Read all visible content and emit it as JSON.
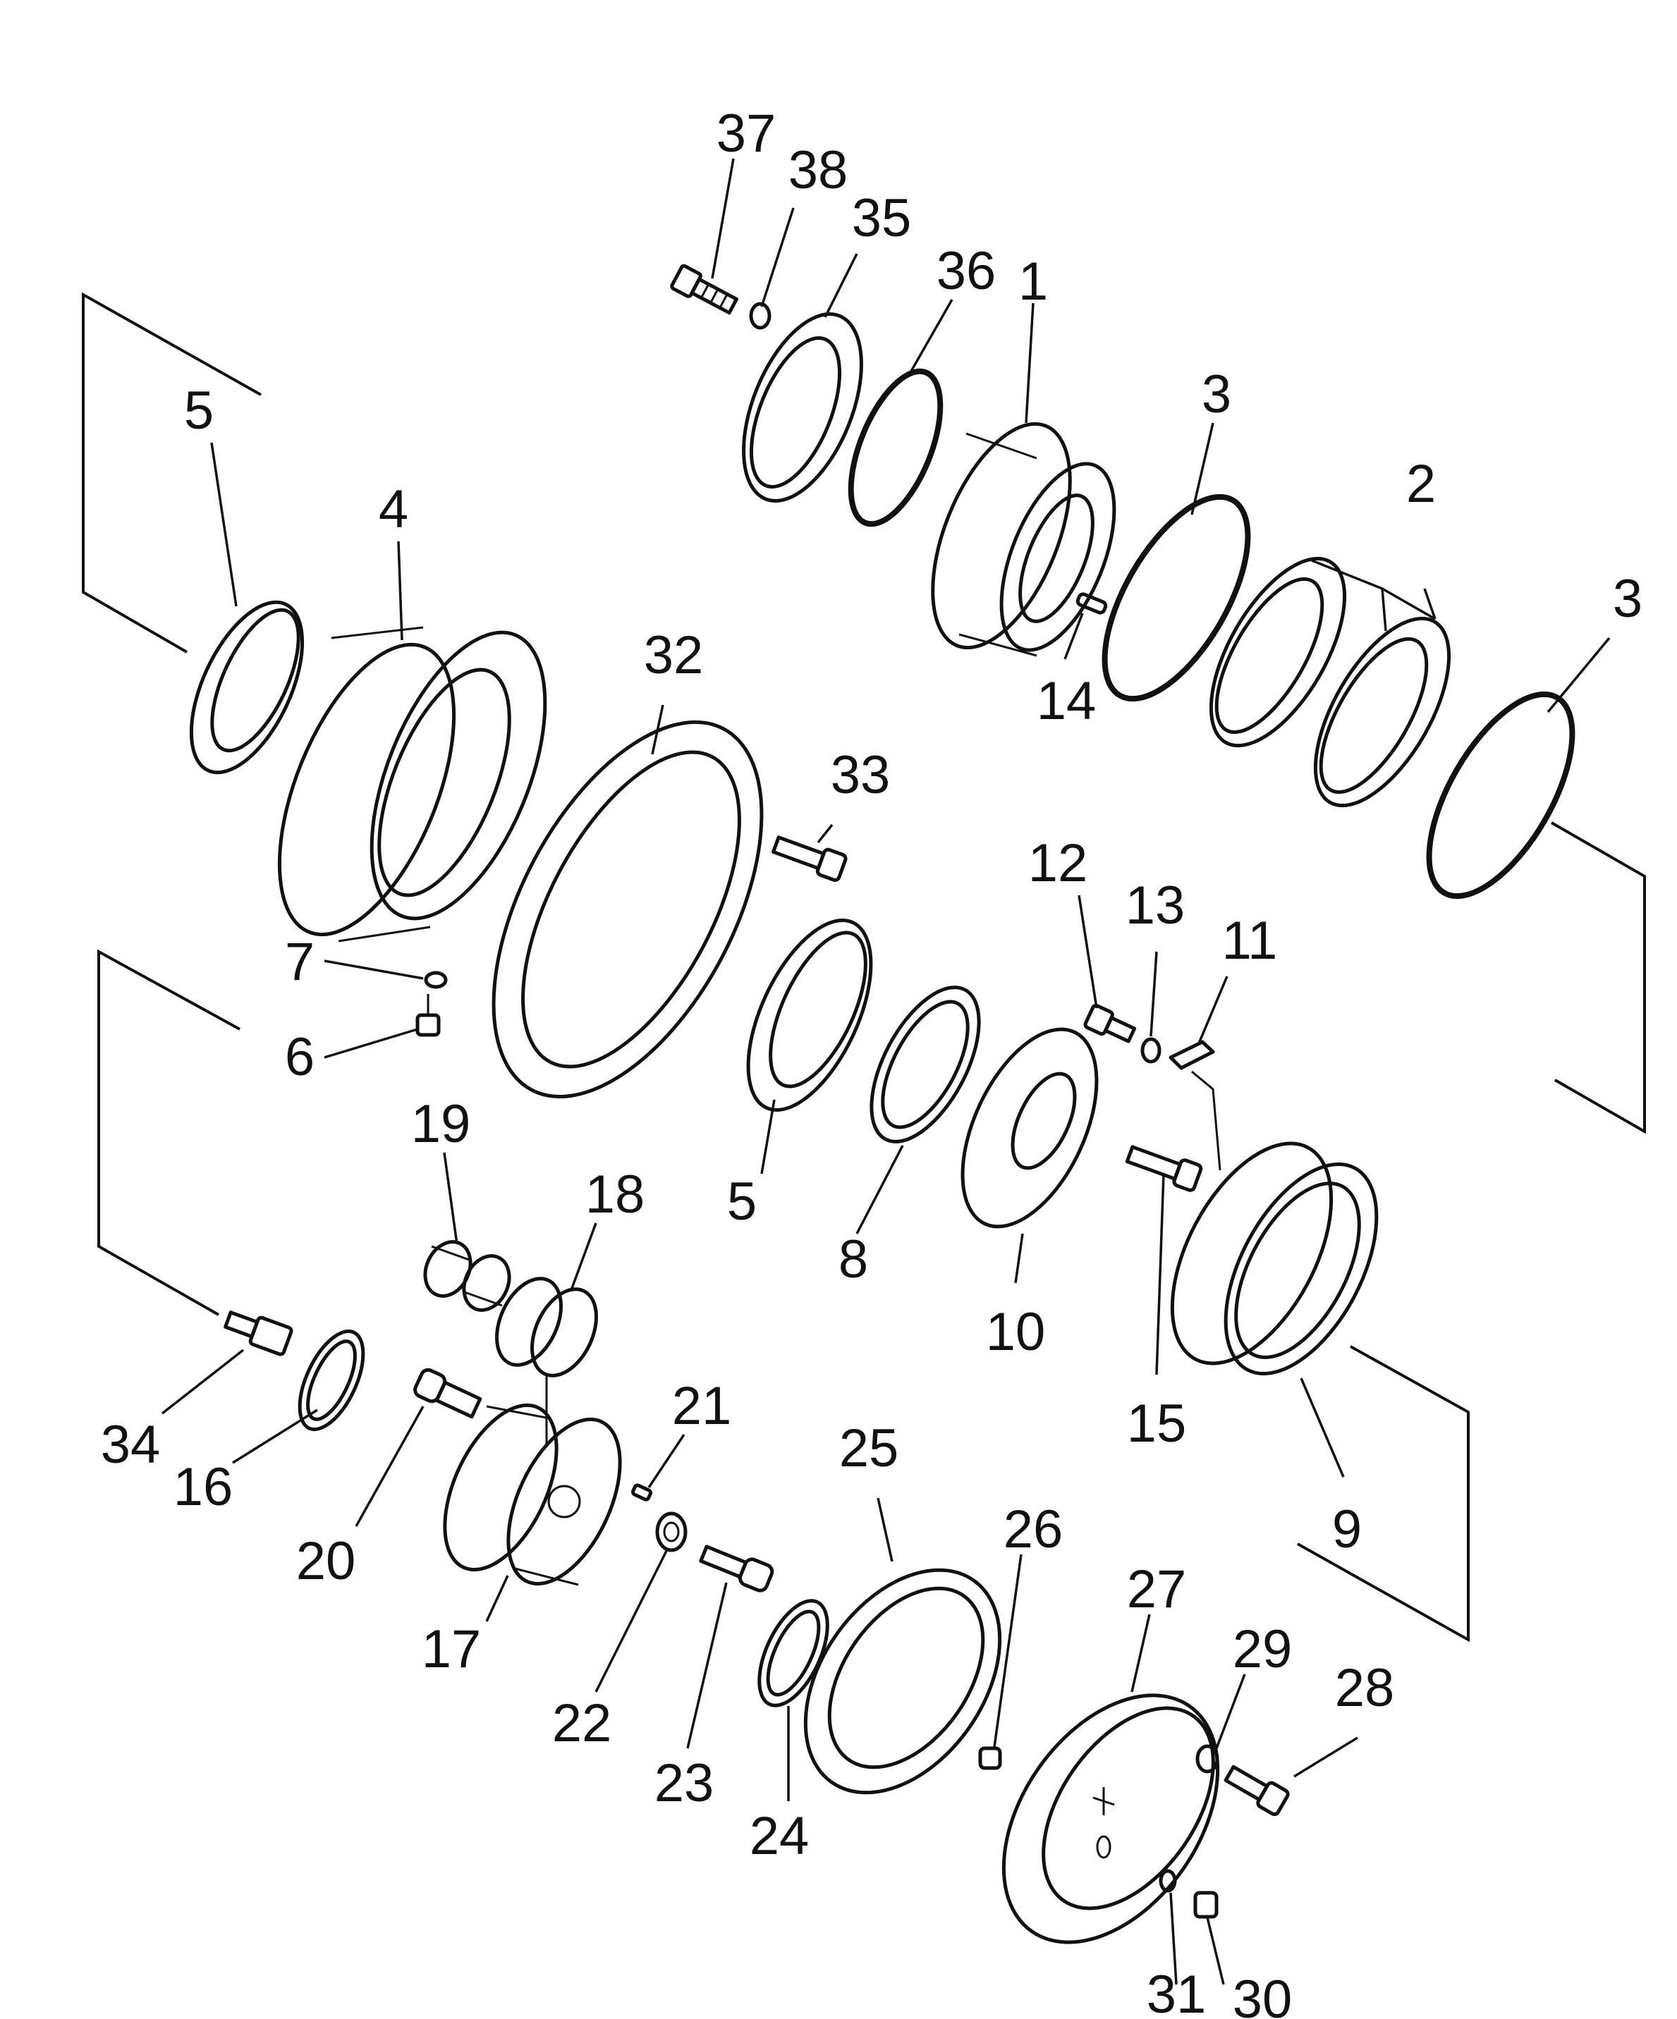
{
  "callouts": {
    "c1": "1",
    "c2": "2",
    "c3a": "3",
    "c3b": "3",
    "c4": "4",
    "c5a": "5",
    "c5b": "5",
    "c6": "6",
    "c7": "7",
    "c8": "8",
    "c9": "9",
    "c10": "10",
    "c11": "11",
    "c12": "12",
    "c13": "13",
    "c14": "14",
    "c15": "15",
    "c16": "16",
    "c17": "17",
    "c18": "18",
    "c19": "19",
    "c20": "20",
    "c21": "21",
    "c22": "22",
    "c23": "23",
    "c24": "24",
    "c25": "25",
    "c26": "26",
    "c27": "27",
    "c28": "28",
    "c29": "29",
    "c30": "30",
    "c31": "31",
    "c32": "32",
    "c33": "33",
    "c34": "34",
    "c35": "35",
    "c36": "36",
    "c37": "37",
    "c38": "38"
  }
}
